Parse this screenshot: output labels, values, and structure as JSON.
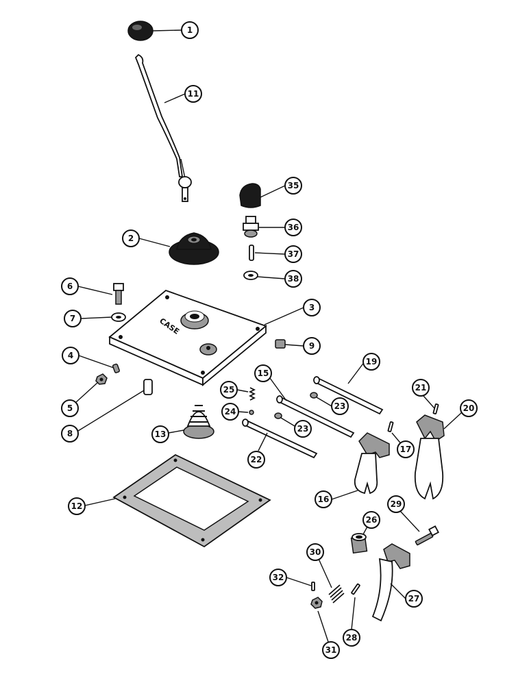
{
  "diagram": {
    "callouts": [
      {
        "id": "c1",
        "label": "1"
      },
      {
        "id": "c11",
        "label": "11"
      },
      {
        "id": "c35",
        "label": "35"
      },
      {
        "id": "c36",
        "label": "36"
      },
      {
        "id": "c37",
        "label": "37"
      },
      {
        "id": "c38",
        "label": "38"
      },
      {
        "id": "c2",
        "label": "2"
      },
      {
        "id": "c3",
        "label": "3"
      },
      {
        "id": "c6",
        "label": "6"
      },
      {
        "id": "c7",
        "label": "7"
      },
      {
        "id": "c9",
        "label": "9"
      },
      {
        "id": "c4",
        "label": "4"
      },
      {
        "id": "c5",
        "label": "5"
      },
      {
        "id": "c8",
        "label": "8"
      },
      {
        "id": "c19",
        "label": "19"
      },
      {
        "id": "c15",
        "label": "15"
      },
      {
        "id": "c21",
        "label": "21"
      },
      {
        "id": "c20",
        "label": "20"
      },
      {
        "id": "c25",
        "label": "25"
      },
      {
        "id": "c24",
        "label": "24"
      },
      {
        "id": "c23a",
        "label": "23"
      },
      {
        "id": "c23b",
        "label": "23"
      },
      {
        "id": "c17",
        "label": "17"
      },
      {
        "id": "c13",
        "label": "13"
      },
      {
        "id": "c22",
        "label": "22"
      },
      {
        "id": "c16",
        "label": "16"
      },
      {
        "id": "c12",
        "label": "12"
      },
      {
        "id": "c29",
        "label": "29"
      },
      {
        "id": "c26",
        "label": "26"
      },
      {
        "id": "c30",
        "label": "30"
      },
      {
        "id": "c32",
        "label": "32"
      },
      {
        "id": "c27",
        "label": "27"
      },
      {
        "id": "c28",
        "label": "28"
      },
      {
        "id": "c31",
        "label": "31"
      }
    ],
    "cover_letters": "CASE"
  }
}
